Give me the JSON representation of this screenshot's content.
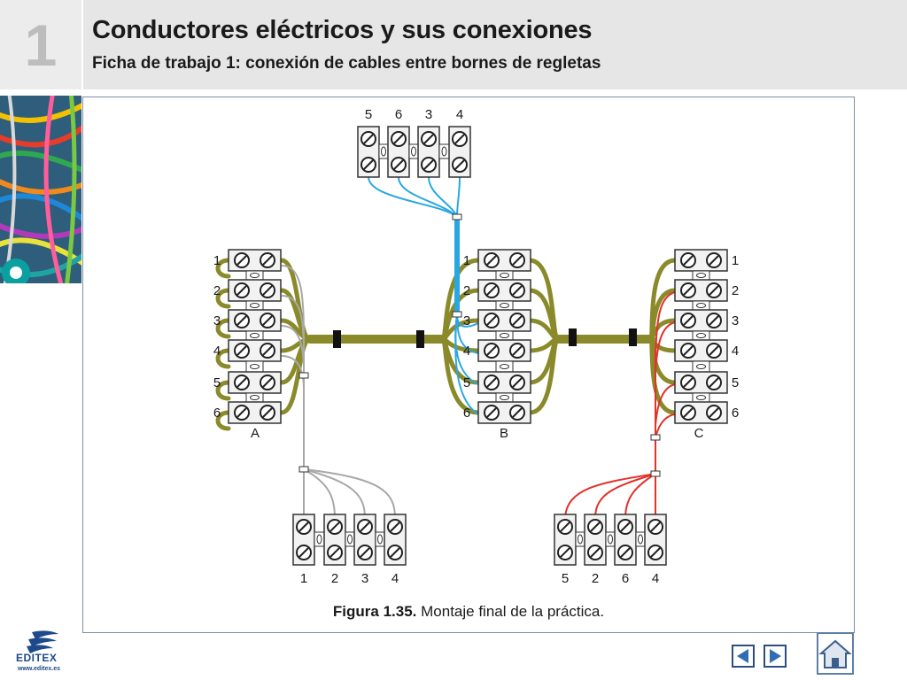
{
  "header": {
    "chapter_number": "1",
    "title": "Conductores eléctricos y sus conexiones",
    "subtitle": "Ficha de trabajo 1: conexión de cables entre bornes de regletas"
  },
  "figure": {
    "caption_label": "Figura 1.35.",
    "caption_text": " Montaje final de la práctica.",
    "blocks": {
      "top": {
        "terminal_labels": [
          "5",
          "6",
          "3",
          "4"
        ]
      },
      "bottom_left": {
        "terminal_labels": [
          "1",
          "2",
          "3",
          "4"
        ]
      },
      "bottom_right": {
        "terminal_labels": [
          "5",
          "2",
          "6",
          "4"
        ]
      },
      "A": {
        "name": "A",
        "row_labels": [
          "1",
          "2",
          "3",
          "4",
          "5",
          "6"
        ]
      },
      "B": {
        "name": "B",
        "row_labels": [
          "1",
          "2",
          "3",
          "4",
          "5",
          "6"
        ]
      },
      "C": {
        "name": "C",
        "row_labels": [
          "1",
          "2",
          "3",
          "4",
          "5",
          "6"
        ]
      }
    },
    "colors": {
      "olive_cable": "#8a8a2a",
      "blue_wire": "#29a7e0",
      "gray_wire": "#a8a8a8",
      "red_wire": "#e2322a",
      "clamp": "#111111"
    }
  },
  "footer": {
    "logo_text": "EDITEX",
    "logo_url": "www.editex.es",
    "prev_icon": "left-arrow-icon",
    "next_icon": "right-arrow-icon",
    "home_icon": "home-icon"
  }
}
